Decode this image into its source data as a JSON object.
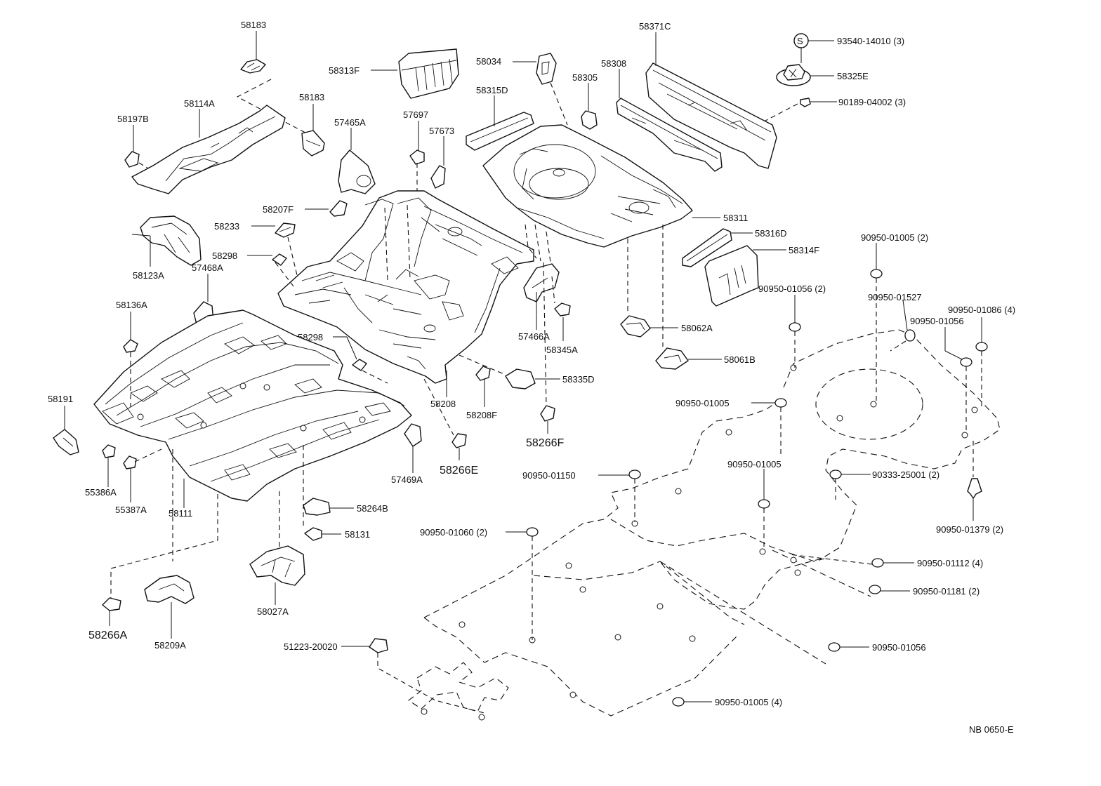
{
  "diagram_code": "NB 0650-E",
  "labels": {
    "p58183a": "58183",
    "p58183b": "58183",
    "p58313f": "58313F",
    "p58034": "58034",
    "p58371c": "58371C",
    "p93540": "93540-14010 (3)",
    "p58325e": "58325E",
    "p90189": "90189-04002 (3)",
    "p58308": "58308",
    "p58305": "58305",
    "p58315d": "58315D",
    "p58197b": "58197B",
    "p58114a": "58114A",
    "p57465a": "57465A",
    "p57697": "57697",
    "p57673": "57673",
    "p58207f": "58207F",
    "p58233": "58233",
    "p58298a": "58298",
    "p58123a": "58123A",
    "p57468a": "57468A",
    "p58311": "58311",
    "p58316d": "58316D",
    "p58314f": "58314F",
    "p90950_01005_2": "90950-01005 (2)",
    "p90950_01056_2": "90950-01056 (2)",
    "p90950_01527": "90950-01527",
    "p90950_01086_4": "90950-01086 (4)",
    "p90950_01056a": "90950-01056",
    "p58136a": "58136A",
    "p58298b": "58298",
    "p57466a": "57466A",
    "p58345a": "58345A",
    "p58062a": "58062A",
    "p58061b": "58061B",
    "p58191": "58191",
    "p58335d": "58335D",
    "p58208": "58208",
    "p58208f": "58208F",
    "p90950_01005": "90950-01005",
    "p58266f": "58266F",
    "p58266e": "58266E",
    "p57469a": "57469A",
    "p55386a": "55386A",
    "p55387a": "55387A",
    "p58111": "58111",
    "p90950_01150": "90950-01150",
    "p90950_01005b": "90950-01005",
    "p90333": "90333-25001 (2)",
    "p58264b": "58264B",
    "p58131": "58131",
    "p90950_01060": "90950-01060 (2)",
    "p90950_01379": "90950-01379 (2)",
    "p90950_01112": "90950-01112 (4)",
    "p90950_01181": "90950-01181 (2)",
    "p58027a": "58027A",
    "p58266a": "58266A",
    "p58209a": "58209A",
    "p51223": "51223-20020",
    "p90950_01056b": "90950-01056",
    "p90950_01005_4": "90950-01005 (4)"
  },
  "callout_symbol": "S"
}
